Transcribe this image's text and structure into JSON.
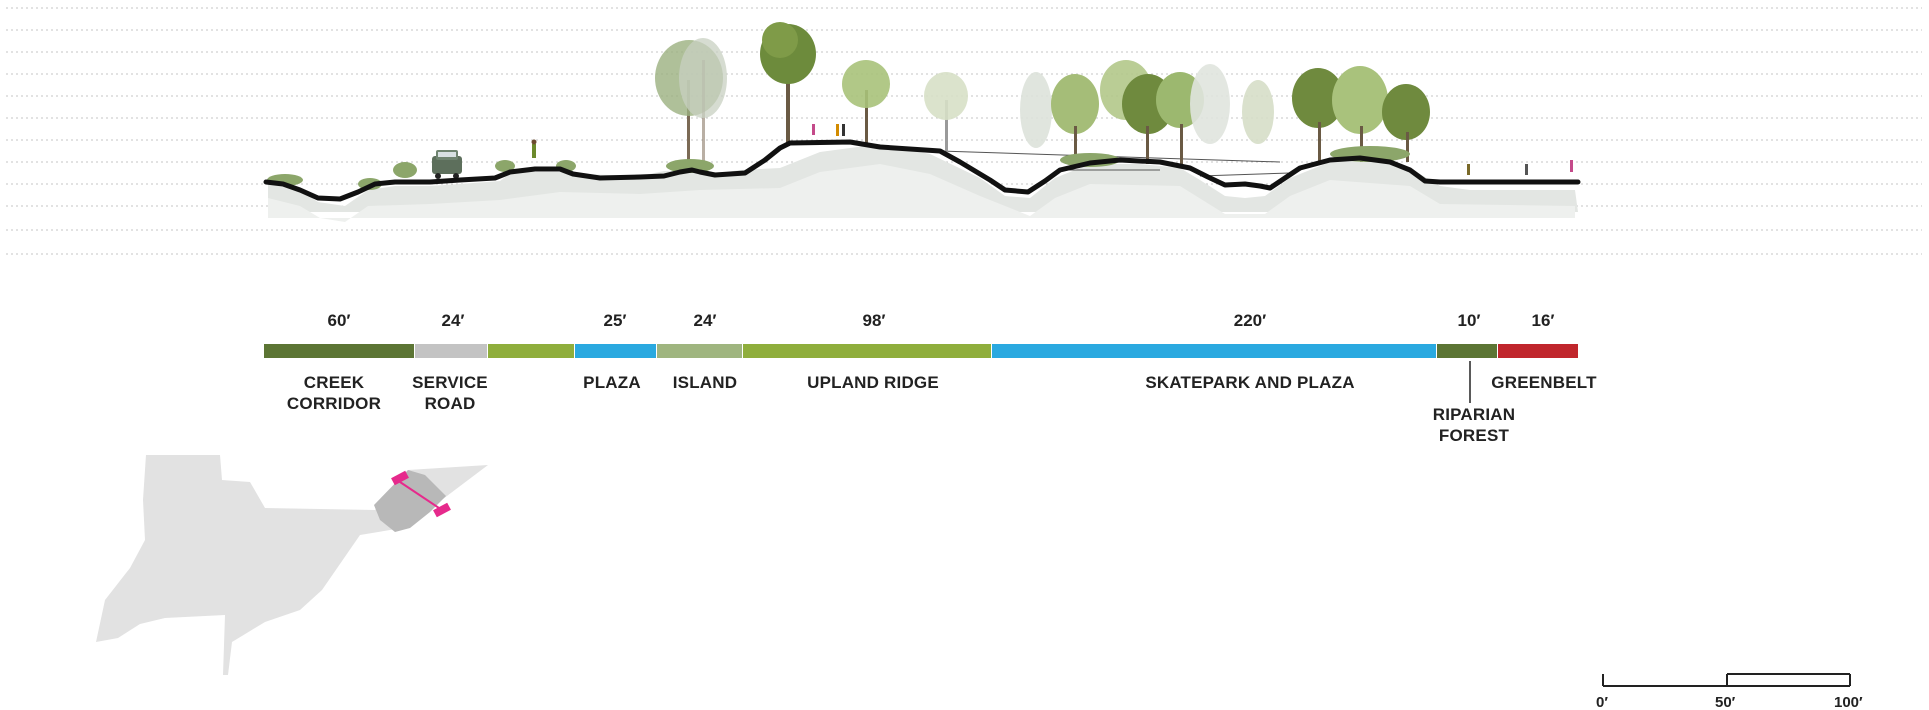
{
  "segments": [
    {
      "name": "creek-corridor",
      "dim": "60′",
      "label": [
        "CREEK",
        "CORRIDOR"
      ],
      "color": "#5c7534"
    },
    {
      "name": "service-road",
      "dim": "24′",
      "label": [
        "SERVICE",
        "ROAD"
      ],
      "color": "#c3c3c3"
    },
    {
      "name": "unlabeled-green",
      "dim": "",
      "label": [],
      "color": "#8fae3c"
    },
    {
      "name": "plaza",
      "dim": "25′",
      "label": [
        "PLAZA"
      ],
      "color": "#2aa9e0"
    },
    {
      "name": "island",
      "dim": "24′",
      "label": [
        "ISLAND"
      ],
      "color": "#9fb57f"
    },
    {
      "name": "upland-ridge",
      "dim": "98′",
      "label": [
        "UPLAND RIDGE"
      ],
      "color": "#8fae3c"
    },
    {
      "name": "skatepark-and-plaza",
      "dim": "220′",
      "label": [
        "SKATEPARK AND PLAZA"
      ],
      "color": "#2aa9e0"
    },
    {
      "name": "riparian-forest",
      "dim": "10′",
      "label": [
        "RIPARIAN",
        "FOREST"
      ],
      "color": "#5c7534"
    },
    {
      "name": "greenbelt",
      "dim": "16′",
      "label": [
        "GREENBELT"
      ],
      "color": "#c0262c"
    }
  ],
  "scale_bar": {
    "labels": [
      "0′",
      "50′",
      "100′"
    ]
  },
  "colors": {
    "ground_line": "#111111",
    "ground_shadow": "#e3e6e3",
    "site_fill": "#e2e2e2",
    "section_marker": "#e62a8c",
    "guide_line": "#bdbdbd"
  }
}
